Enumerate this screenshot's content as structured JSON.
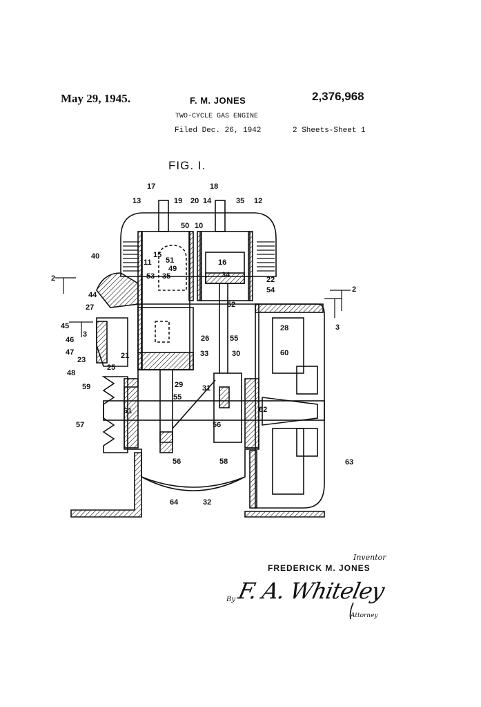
{
  "header": {
    "date": "May 29, 1945.",
    "inventor_short": "F. M. JONES",
    "patent_number": "2,376,968",
    "title": "TWO-CYCLE GAS ENGINE",
    "filed": "Filed Dec. 26, 1942",
    "sheets": "2 Sheets-Sheet 1"
  },
  "figure": {
    "label": "FIG. I.",
    "refs": [
      "17",
      "18",
      "13",
      "19",
      "20",
      "14",
      "35",
      "12",
      "50",
      "10",
      "40",
      "15",
      "51",
      "16",
      "49",
      "11",
      "53",
      "35",
      "34",
      "22",
      "2",
      "54",
      "2",
      "44",
      "52",
      "27",
      "45",
      "3",
      "3",
      "28",
      "46",
      "26",
      "55",
      "47",
      "33",
      "30",
      "60",
      "21",
      "23",
      "25",
      "48",
      "29",
      "31",
      "59",
      "55",
      "61",
      "62",
      "57",
      "56",
      "56",
      "58",
      "63",
      "64",
      "32"
    ]
  },
  "signature": {
    "inventor_label": "Inventor",
    "inventor_name": "FREDERICK M. JONES",
    "by": "By",
    "attorney_signature": "F. A. Whiteley",
    "attorney_label": "Attorney"
  }
}
